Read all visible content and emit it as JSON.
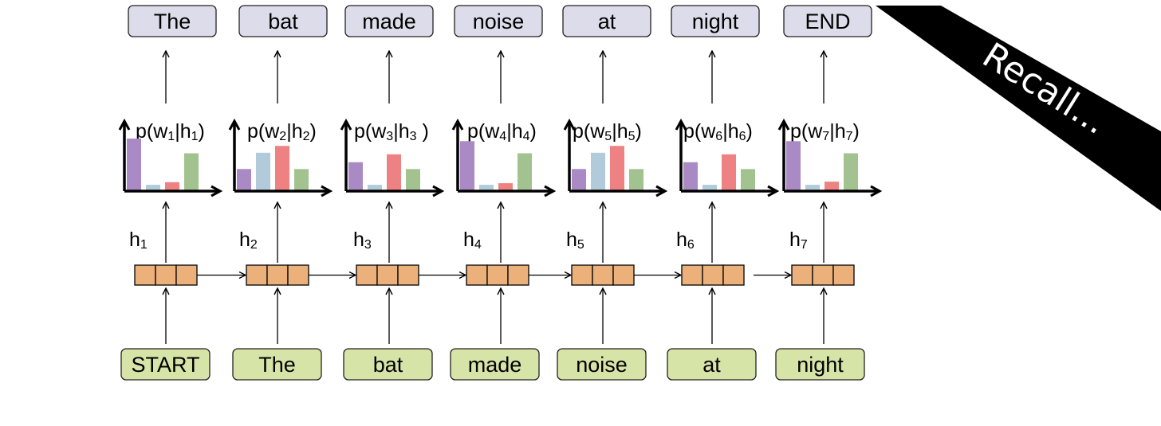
{
  "diagram": {
    "output_words": [
      "The",
      "bat",
      "made",
      "noise",
      "at",
      "night",
      "END"
    ],
    "input_words": [
      "START",
      "The",
      "bat",
      "made",
      "noise",
      "at",
      "night"
    ],
    "prob_labels": [
      {
        "pre": "p(w",
        "s1": "1",
        "mid": "|h",
        "s2": "1",
        "post": ")"
      },
      {
        "pre": "p(w",
        "s1": "2",
        "mid": "|h",
        "s2": "2",
        "post": ")"
      },
      {
        "pre": "p(w",
        "s1": "3",
        "mid": "|h",
        "s2": "3",
        "post": " )"
      },
      {
        "pre": "p(w",
        "s1": "4",
        "mid": "|h",
        "s2": "4",
        "post": ")"
      },
      {
        "pre": "p(w",
        "s1": "5",
        "mid": "|h",
        "s2": "5",
        "post": ")"
      },
      {
        "pre": "p(w",
        "s1": "6",
        "mid": "|h",
        "s2": "6",
        "post": ")"
      },
      {
        "pre": "p(w",
        "s1": "7",
        "mid": "|h",
        "s2": "7",
        "post": ")"
      }
    ],
    "hidden_labels": [
      {
        "base": "h",
        "sub": "1"
      },
      {
        "base": "h",
        "sub": "2"
      },
      {
        "base": "h",
        "sub": "3"
      },
      {
        "base": "h",
        "sub": "4"
      },
      {
        "base": "h",
        "sub": "5"
      },
      {
        "base": "h",
        "sub": "6"
      },
      {
        "base": "h",
        "sub": "7"
      }
    ],
    "distributions": [
      [
        1.0,
        0.12,
        0.17,
        0.72
      ],
      [
        0.42,
        0.73,
        0.86,
        0.42
      ],
      [
        0.55,
        0.12,
        0.7,
        0.42
      ],
      [
        0.95,
        0.12,
        0.15,
        0.72
      ],
      [
        0.42,
        0.73,
        0.86,
        0.42
      ],
      [
        0.55,
        0.12,
        0.7,
        0.42
      ],
      [
        0.95,
        0.12,
        0.18,
        0.72
      ]
    ],
    "bar_colors": [
      "#a98ac4",
      "#b2cbdb",
      "#ee8182",
      "#a2c390"
    ],
    "output_box_fill": "#dcdcea",
    "input_box_fill": "#d7e4a8",
    "cell_fill": "#ecb07a",
    "ribbon_text": "Recall..."
  }
}
